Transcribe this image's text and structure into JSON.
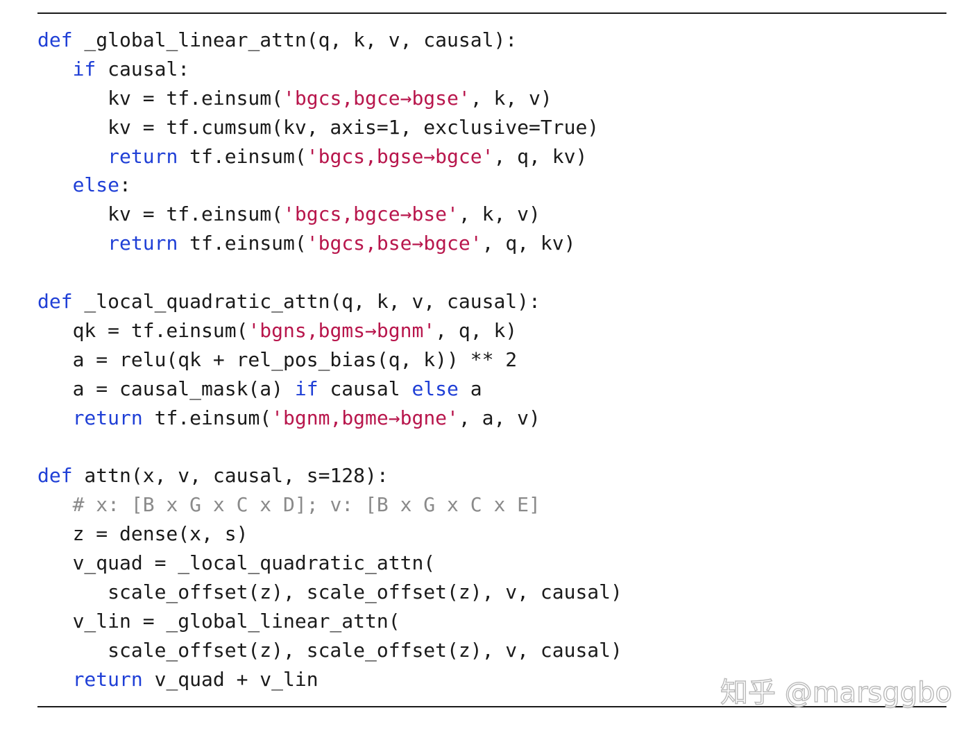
{
  "code": {
    "lines": [
      [
        {
          "t": "kw",
          "s": "def"
        },
        {
          "t": "plain",
          "s": " _global_linear_attn(q, k, v, causal):"
        }
      ],
      [
        {
          "t": "plain",
          "s": "   "
        },
        {
          "t": "kw",
          "s": "if"
        },
        {
          "t": "plain",
          "s": " causal:"
        }
      ],
      [
        {
          "t": "plain",
          "s": "      kv = tf.einsum("
        },
        {
          "t": "str",
          "s": "'bgcs,bgce→bgse'"
        },
        {
          "t": "plain",
          "s": ", k, v)"
        }
      ],
      [
        {
          "t": "plain",
          "s": "      kv = tf.cumsum(kv, axis=1, exclusive=True)"
        }
      ],
      [
        {
          "t": "plain",
          "s": "      "
        },
        {
          "t": "kw",
          "s": "return"
        },
        {
          "t": "plain",
          "s": " tf.einsum("
        },
        {
          "t": "str",
          "s": "'bgcs,bgse→bgce'"
        },
        {
          "t": "plain",
          "s": ", q, kv)"
        }
      ],
      [
        {
          "t": "plain",
          "s": "   "
        },
        {
          "t": "kw",
          "s": "else"
        },
        {
          "t": "plain",
          "s": ":"
        }
      ],
      [
        {
          "t": "plain",
          "s": "      kv = tf.einsum("
        },
        {
          "t": "str",
          "s": "'bgcs,bgce→bse'"
        },
        {
          "t": "plain",
          "s": ", k, v)"
        }
      ],
      [
        {
          "t": "plain",
          "s": "      "
        },
        {
          "t": "kw",
          "s": "return"
        },
        {
          "t": "plain",
          "s": " tf.einsum("
        },
        {
          "t": "str",
          "s": "'bgcs,bse→bgce'"
        },
        {
          "t": "plain",
          "s": ", q, kv)"
        }
      ],
      [],
      [
        {
          "t": "kw",
          "s": "def"
        },
        {
          "t": "plain",
          "s": " _local_quadratic_attn(q, k, v, causal):"
        }
      ],
      [
        {
          "t": "plain",
          "s": "   qk = tf.einsum("
        },
        {
          "t": "str",
          "s": "'bgns,bgms→bgnm'"
        },
        {
          "t": "plain",
          "s": ", q, k)"
        }
      ],
      [
        {
          "t": "plain",
          "s": "   a = relu(qk + rel_pos_bias(q, k)) ** 2"
        }
      ],
      [
        {
          "t": "plain",
          "s": "   a = causal_mask(a) "
        },
        {
          "t": "kw",
          "s": "if"
        },
        {
          "t": "plain",
          "s": " causal "
        },
        {
          "t": "kw",
          "s": "else"
        },
        {
          "t": "plain",
          "s": " a"
        }
      ],
      [
        {
          "t": "plain",
          "s": "   "
        },
        {
          "t": "kw",
          "s": "return"
        },
        {
          "t": "plain",
          "s": " tf.einsum("
        },
        {
          "t": "str",
          "s": "'bgnm,bgme→bgne'"
        },
        {
          "t": "plain",
          "s": ", a, v)"
        }
      ],
      [],
      [
        {
          "t": "kw",
          "s": "def"
        },
        {
          "t": "plain",
          "s": " attn(x, v, causal, s=128):"
        }
      ],
      [
        {
          "t": "plain",
          "s": "   "
        },
        {
          "t": "cmt",
          "s": "# x: [B x G x C x D]; v: [B x G x C x E]"
        }
      ],
      [
        {
          "t": "plain",
          "s": "   z = dense(x, s)"
        }
      ],
      [
        {
          "t": "plain",
          "s": "   v_quad = _local_quadratic_attn("
        }
      ],
      [
        {
          "t": "plain",
          "s": "      scale_offset(z), scale_offset(z), v, causal)"
        }
      ],
      [
        {
          "t": "plain",
          "s": "   v_lin = _global_linear_attn("
        }
      ],
      [
        {
          "t": "plain",
          "s": "      scale_offset(z), scale_offset(z), v, causal)"
        }
      ],
      [
        {
          "t": "plain",
          "s": "   "
        },
        {
          "t": "kw",
          "s": "return"
        },
        {
          "t": "plain",
          "s": " v_quad + v_lin"
        }
      ]
    ]
  },
  "watermark": {
    "text": "知乎 @marsggbo"
  }
}
